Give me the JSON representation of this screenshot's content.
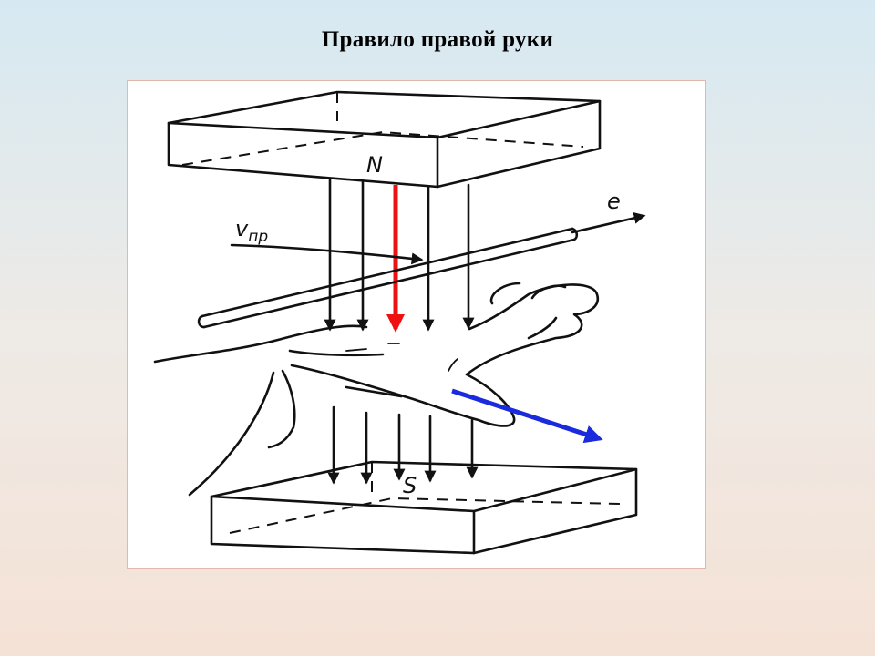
{
  "title": "Правило правой руки",
  "diagram": {
    "labels": {
      "north_pole": "N",
      "south_pole": "S",
      "emf": "e",
      "velocity": "v",
      "velocity_subscript": "пр"
    },
    "colors": {
      "induction_arrow": "#ee1111",
      "emf_direction_arrow": "#1a2bdd",
      "ink": "#111111",
      "frame_border": "#e2b8ad"
    }
  }
}
